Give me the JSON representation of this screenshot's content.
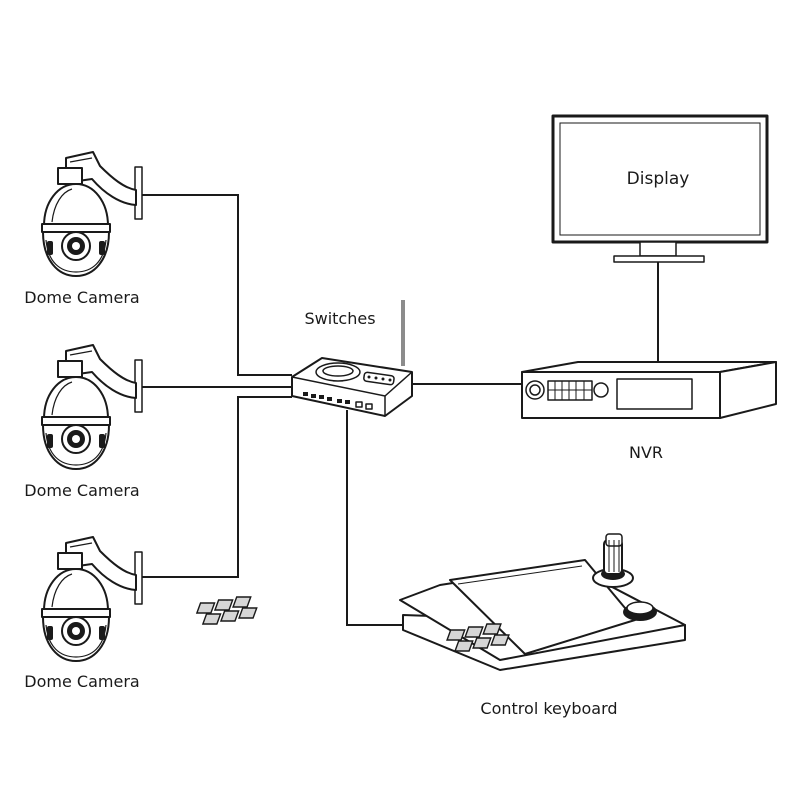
{
  "labels": {
    "camera_1": "Dome Camera",
    "camera_2": "Dome Camera",
    "camera_3": "Dome Camera",
    "switches": "Switches",
    "display": "Display",
    "nvr": "NVR",
    "control_keyboard": "Control keyboard"
  },
  "icons": [
    "dome-camera-icon",
    "switch-router-icon",
    "monitor-icon",
    "nvr-recorder-icon",
    "ptz-keyboard-icon"
  ]
}
